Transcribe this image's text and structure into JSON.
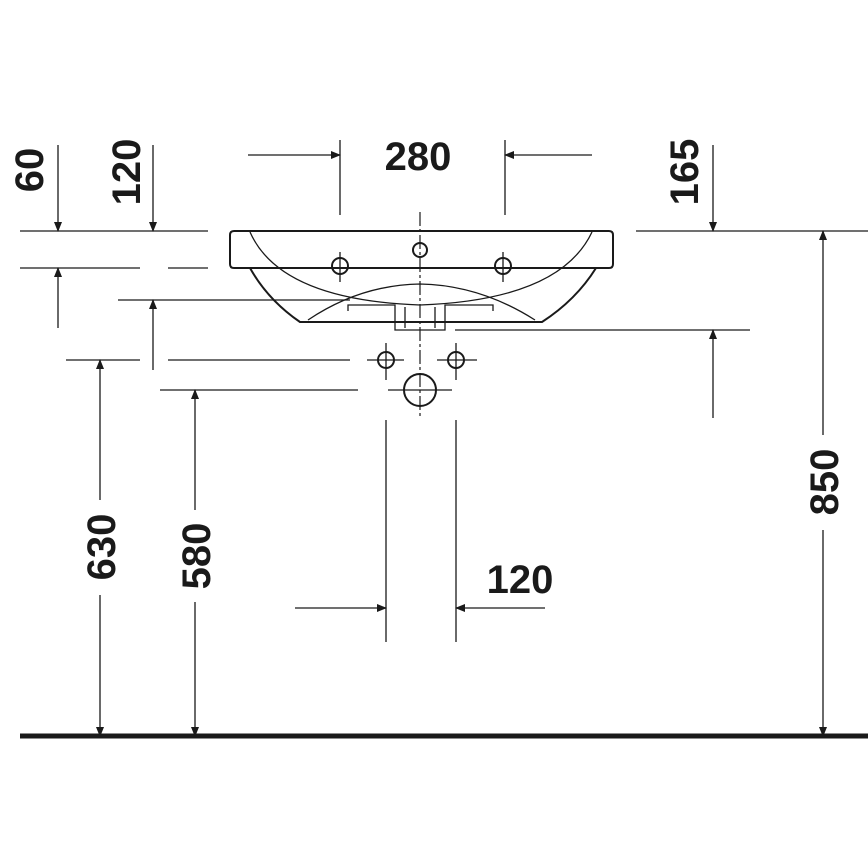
{
  "dimensions": {
    "rim_height": "60",
    "bowl_depth": "120",
    "tap_hole_spacing": "280",
    "drain_offset": "165",
    "rim_floor_height": "850",
    "waste_floor_height_upper": "630",
    "waste_floor_height_lower": "580",
    "wall_fixing_spacing": "120"
  },
  "colors": {
    "line": "#1a1a1a",
    "background": "#ffffff"
  }
}
